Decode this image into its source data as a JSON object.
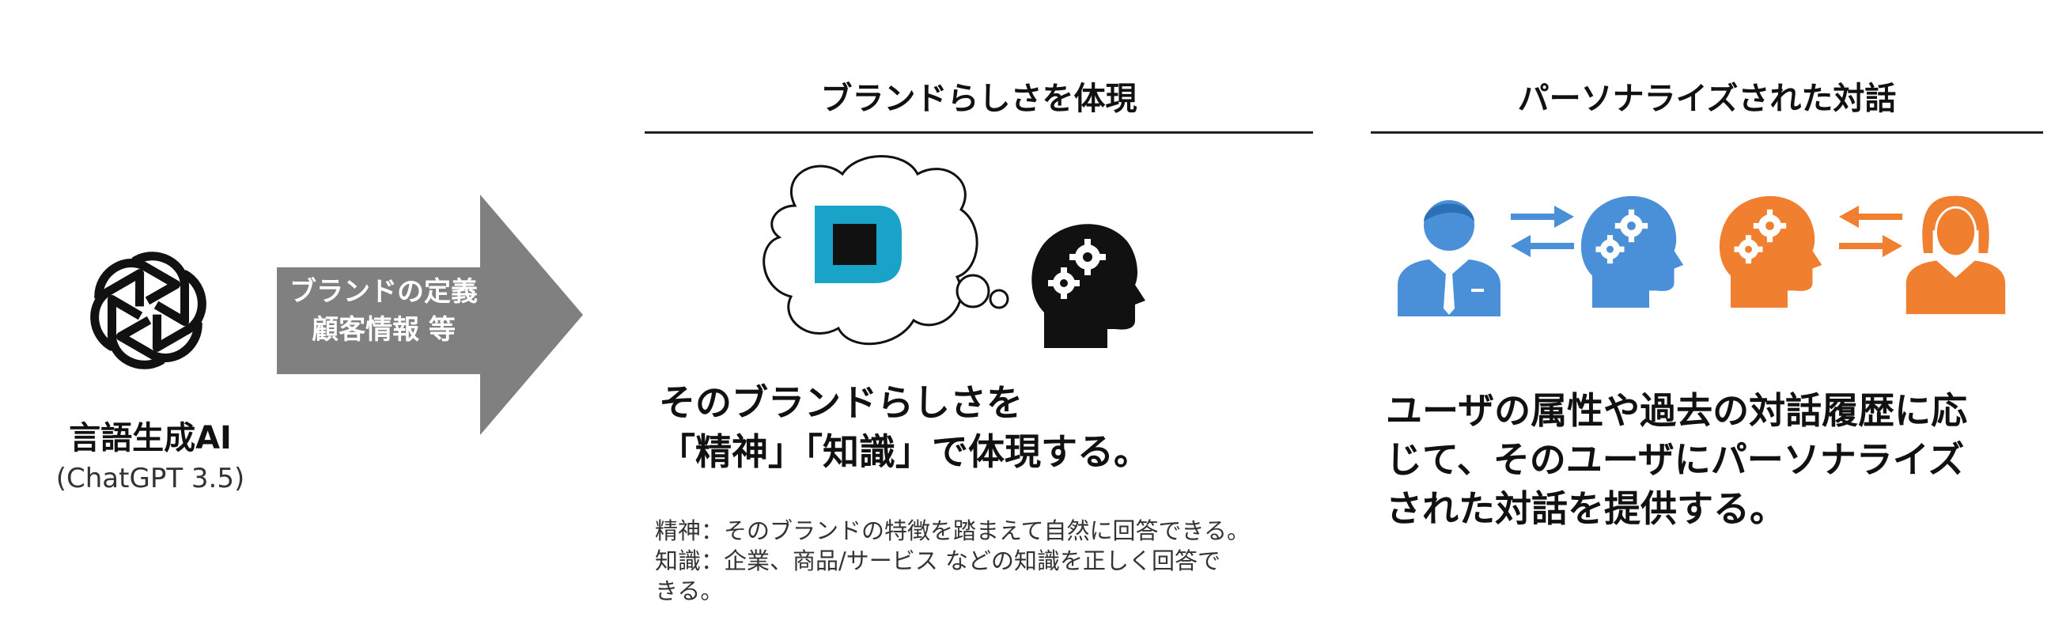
{
  "llm": {
    "name": "言語生成AI",
    "model": "(ChatGPT 3.5)",
    "icon": "openai-logo-icon"
  },
  "arrow": {
    "text": "ブランドの定義\n顧客情報 等",
    "color": "#808080"
  },
  "brand_section": {
    "header": "ブランドらしさを体現",
    "headline": "そのブランドらしさを\n「精神」「知識」で体現する。",
    "note": "精神：そのブランドの特徴を踏まえて自然に回答できる。\n知識：企業、商品/サービス などの知識を正しく回答で\nきる。",
    "icons": [
      "thought-cloud-icon",
      "brand-logo-icon",
      "head-with-gears-icon"
    ],
    "brand_color": "#1aa3c8"
  },
  "dialog_section": {
    "header": "パーソナライズされた対話",
    "headline": "ユーザの属性や過去の対話履歴に応\nじて、そのユーザにパーソナライズ\nされた対話を提供する。",
    "icons": [
      "businessman-icon",
      "exchange-arrows-icon",
      "head-with-gears-icon",
      "head-with-gears-icon",
      "exchange-arrows-icon",
      "businesswoman-icon"
    ],
    "colors": {
      "blue": "#4a90d9",
      "orange": "#f08030"
    }
  }
}
